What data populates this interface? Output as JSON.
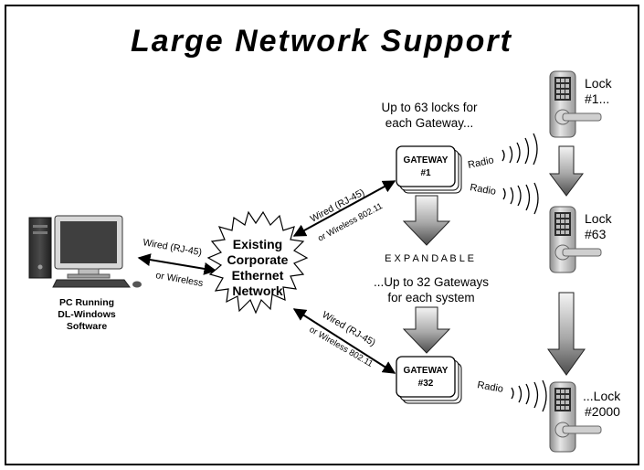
{
  "title": "Large Network Support",
  "pc": {
    "label_lines": [
      "PC Running",
      "DL-Windows",
      "Software"
    ]
  },
  "cloud": {
    "label_lines": [
      "Existing",
      "Corporate",
      "Ethernet",
      "Network"
    ]
  },
  "links": {
    "pc_to_network": {
      "line1": "Wired (RJ-45)",
      "line2": "or Wireless"
    },
    "network_to_gw1": {
      "line1": "Wired (RJ-45)",
      "line2": "or Wireless 802.11"
    },
    "network_to_gw32": {
      "line1": "Wired (RJ-45)",
      "line2": "or Wireless 802.11"
    }
  },
  "gateways": [
    {
      "line1": "GATEWAY",
      "line2": "#1"
    },
    {
      "line1": "GATEWAY",
      "line2": "#32"
    }
  ],
  "notes": {
    "locks_per_gateway": [
      "Up to 63 locks for",
      "each Gateway..."
    ],
    "expandable": "E X P A N D A B L E",
    "gateways_per_system": [
      "...Up to 32 Gateways",
      "for each system"
    ]
  },
  "radio_label": "Radio",
  "locks": [
    {
      "line1": "Lock",
      "line2": "#1..."
    },
    {
      "line1": "Lock",
      "line2": "#63"
    },
    {
      "line1": "...Lock",
      "line2": "#2000"
    }
  ],
  "colors": {
    "frame": "#000000",
    "arrow_fill_top": "#f2f2f2",
    "arrow_fill_bottom": "#555555",
    "lock_metal": "#c9c9c9"
  }
}
